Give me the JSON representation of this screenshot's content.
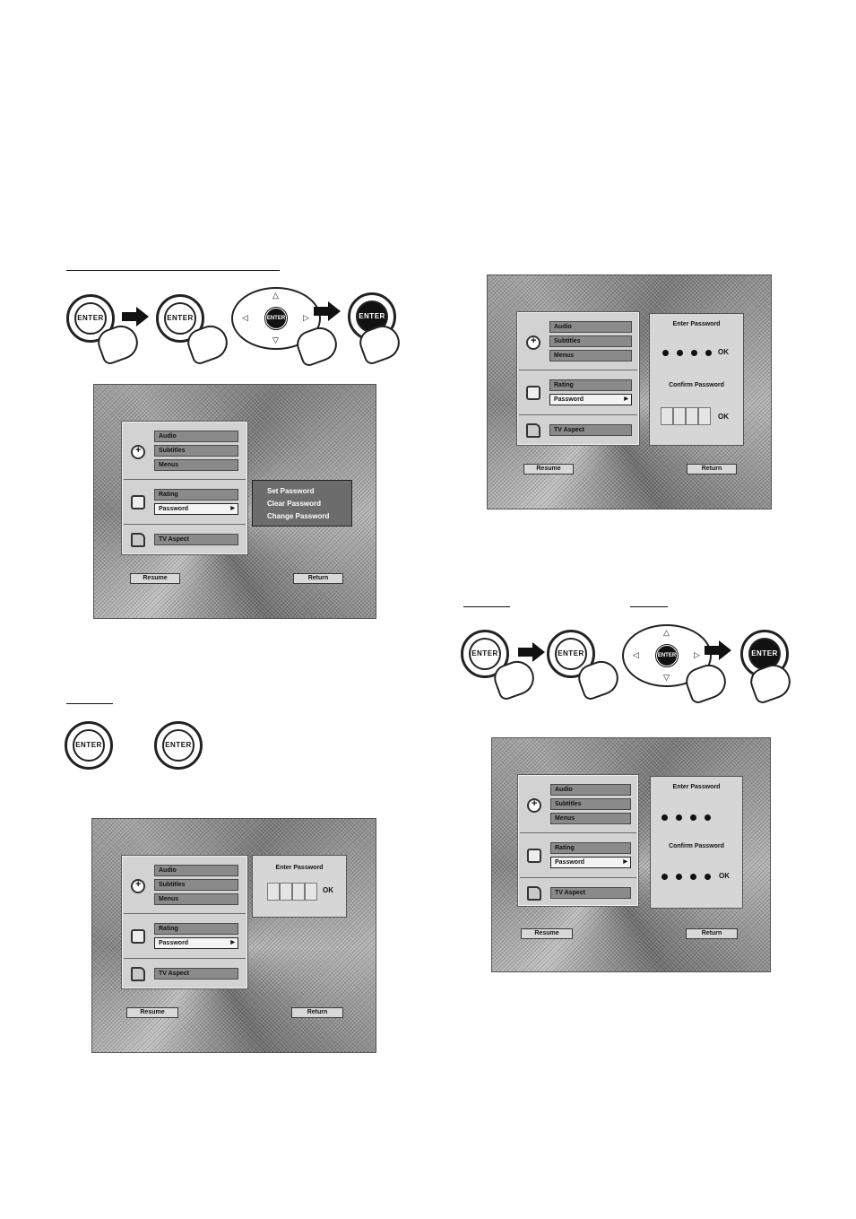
{
  "remote": {
    "enter_label": "ENTER",
    "arrow_up": "△",
    "arrow_down": "▽",
    "arrow_left": "◁",
    "arrow_right": "▷"
  },
  "menu": {
    "audio": "Audio",
    "subtitles": "Subtitles",
    "menus": "Menus",
    "rating": "Rating",
    "password": "Password",
    "tv_aspect": "TV Aspect",
    "resume": "Resume",
    "return": "Return"
  },
  "password_submenu": {
    "set": "Set Password",
    "clear": "Clear Password",
    "change": "Change Password"
  },
  "password_entry": {
    "enter_title": "Enter Password",
    "confirm_title": "Confirm Password",
    "ok": "OK"
  }
}
